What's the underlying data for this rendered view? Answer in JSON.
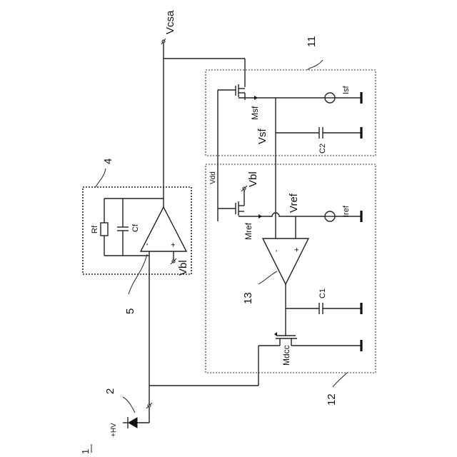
{
  "figure": {
    "figure_number": "1",
    "nodes": {
      "vcsa": "Vcsa",
      "hv": "+HV",
      "vdd": "Vdd",
      "vbl_top": "Vbl",
      "vbl_amp": "Vbl",
      "vsf": "Vsf",
      "vref": "Vref"
    },
    "components": {
      "msf": "Msf",
      "mref": "Mref",
      "mdcc": "Mdcc",
      "isf": "Isf",
      "iref": "Iref",
      "c1": "C1",
      "c2": "C2",
      "rf": "Rf",
      "cf": "Cf"
    },
    "reference_numerals": {
      "n2": "2",
      "n4": "4",
      "n5": "5",
      "n11": "11",
      "n12": "12",
      "n13": "13"
    },
    "amp_signs": {
      "amp5_minus": "-",
      "amp5_plus": "+",
      "amp13_minus": "-",
      "amp13_plus": "+"
    }
  }
}
